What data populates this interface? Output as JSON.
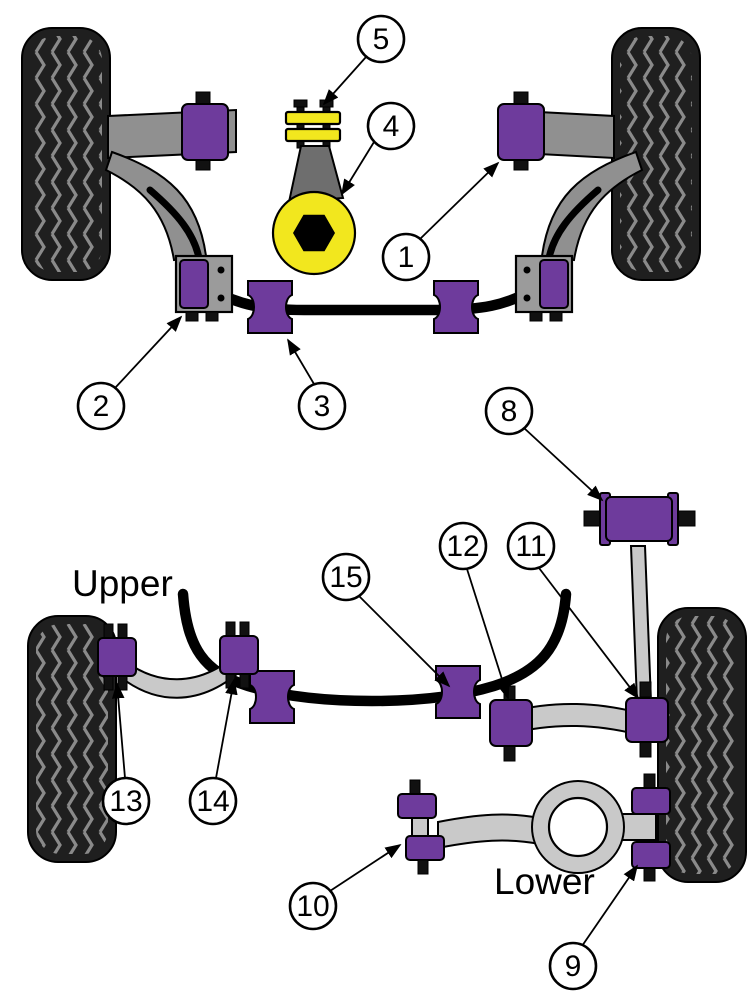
{
  "labels": {
    "upper": "Upper",
    "lower": "Lower"
  },
  "callouts": {
    "c1": "1",
    "c2": "2",
    "c3": "3",
    "c4": "4",
    "c5": "5",
    "c8": "8",
    "c9": "9",
    "c10": "10",
    "c11": "11",
    "c12": "12",
    "c13": "13",
    "c14": "14",
    "c15": "15"
  },
  "colors": {
    "bushing": "#6e3b9c",
    "mount": "#f2e71e",
    "armDark": "#909090",
    "armLight": "#c9c9c9",
    "tire": "#1f1f1f",
    "background": "#ffffff"
  }
}
